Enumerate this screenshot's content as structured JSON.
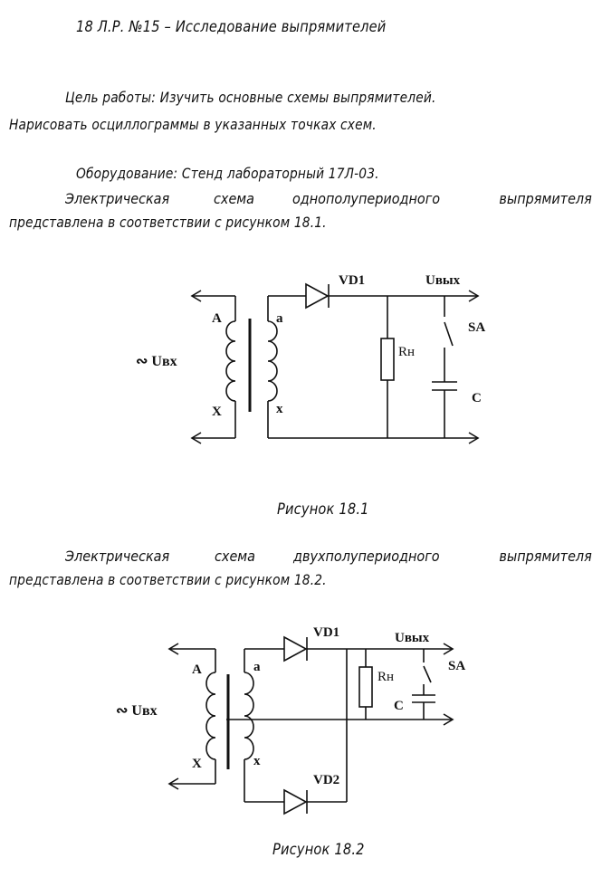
{
  "heading": "18 Л.Р. №15 – Исследование выпрямителей",
  "goal": {
    "line1": "Цель работы: Изучить основные схемы выпрямителей.",
    "line2": "Нарисовать осциллограммы в указанных точках схем."
  },
  "equipment": "Оборудование: Стенд лабораторный 17Л-03.",
  "para1": {
    "words": [
      "Электрическая",
      "схема",
      "однополупериодного",
      "выпрямителя"
    ],
    "line2": "представлена в соответствии с рисунком 18.1."
  },
  "fig1": {
    "labels": {
      "a_upper": "A",
      "x_upper": "X",
      "a_lower": "а",
      "x_lower": "х",
      "input": "∾ Uвх",
      "diode": "VD1",
      "output": "Uвых",
      "switch": "SA",
      "load": "Rн",
      "cap": "C"
    },
    "caption": "Рисунок 18.1"
  },
  "para2": {
    "words": [
      "Электрическая",
      "схема",
      "двухполупериодного",
      "выпрямителя"
    ],
    "line2": "представлена в соответствии с рисунком 18.2."
  },
  "fig2": {
    "labels": {
      "a_upper": "A",
      "x_upper": "X",
      "a_lower": "а",
      "x_lower": "х",
      "input": "∾ Uвх",
      "diode1": "VD1",
      "diode2": "VD2",
      "output": "Uвых",
      "switch": "SA",
      "load": "Rн",
      "cap": "C"
    },
    "caption": "Рисунок 18.2"
  }
}
